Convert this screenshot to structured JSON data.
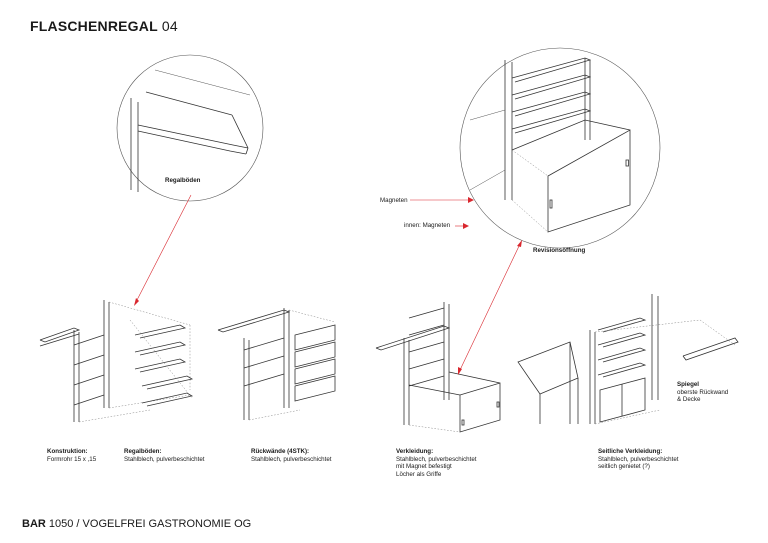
{
  "header": {
    "title_bold": "FLASCHENREGAL",
    "title_number": "04"
  },
  "footer": {
    "project_bold": "BAR",
    "project_rest": "1050 / VOGELFREI GASTRONOMIE OG"
  },
  "callouts": {
    "regalboeden": "Regalböden",
    "magneten": "Magneten",
    "innen_magneten": "innen: Magneten",
    "revisionsoeffnung": "Revisionsöffnung"
  },
  "captions": {
    "konstruktion": {
      "heading": "Konstruktion:",
      "lines": [
        "Formrohr 15 x ,15"
      ]
    },
    "regalboeden": {
      "heading": "Regalböden:",
      "lines": [
        "Stahlblech, pulverbeschichtet"
      ]
    },
    "rueckwaende": {
      "heading": "Rückwände (4STK):",
      "lines": [
        "Stahlblech, pulverbeschichtet"
      ]
    },
    "verkleidung": {
      "heading": "Verkleidung:",
      "lines": [
        "Stahlblech, pulverbeschichtet",
        "mit Magnet befestigt",
        "Löcher als Griffe"
      ]
    },
    "seitliche": {
      "heading": "Seitliche Verkleidung:",
      "lines": [
        "Stahlblech, pulverbeschichtet",
        "seitlich genietet (?)"
      ]
    },
    "spiegel": {
      "heading": "Spiegel",
      "lines": [
        "oberste Rückwand",
        "& Decke"
      ]
    }
  },
  "colors": {
    "accent_red": "#d9272e",
    "line": "#333333"
  }
}
